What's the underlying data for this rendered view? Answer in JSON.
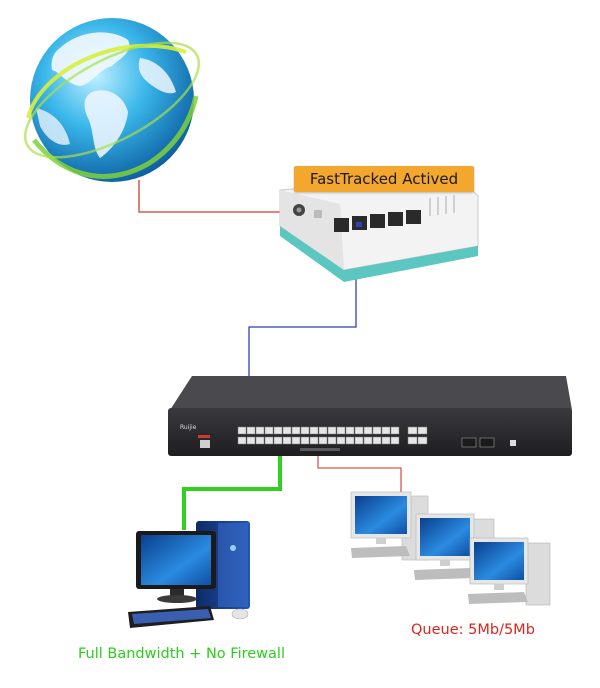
{
  "banner": {
    "text": "FastTracked Actived"
  },
  "pc": {
    "label": "Full Bandwidth + No Firewall"
  },
  "clients": {
    "label": "Queue: 5Mb/5Mb"
  },
  "switch": {
    "brand": "Ruijie"
  },
  "colors": {
    "internet_link": "#d23a2f",
    "router_switch_link": "#2f3fb5",
    "full_bandwidth_link": "#2fd11e",
    "queue_link": "#e0544a",
    "banner": "#f4a72f",
    "router_body": "#f3f3f3",
    "router_base": "#5cc6c0",
    "switch_body": "#2b2b2e"
  },
  "icons": [
    "globe-icon",
    "router-icon",
    "switch-icon",
    "desktop-pc-icon",
    "client-pc-icon"
  ]
}
